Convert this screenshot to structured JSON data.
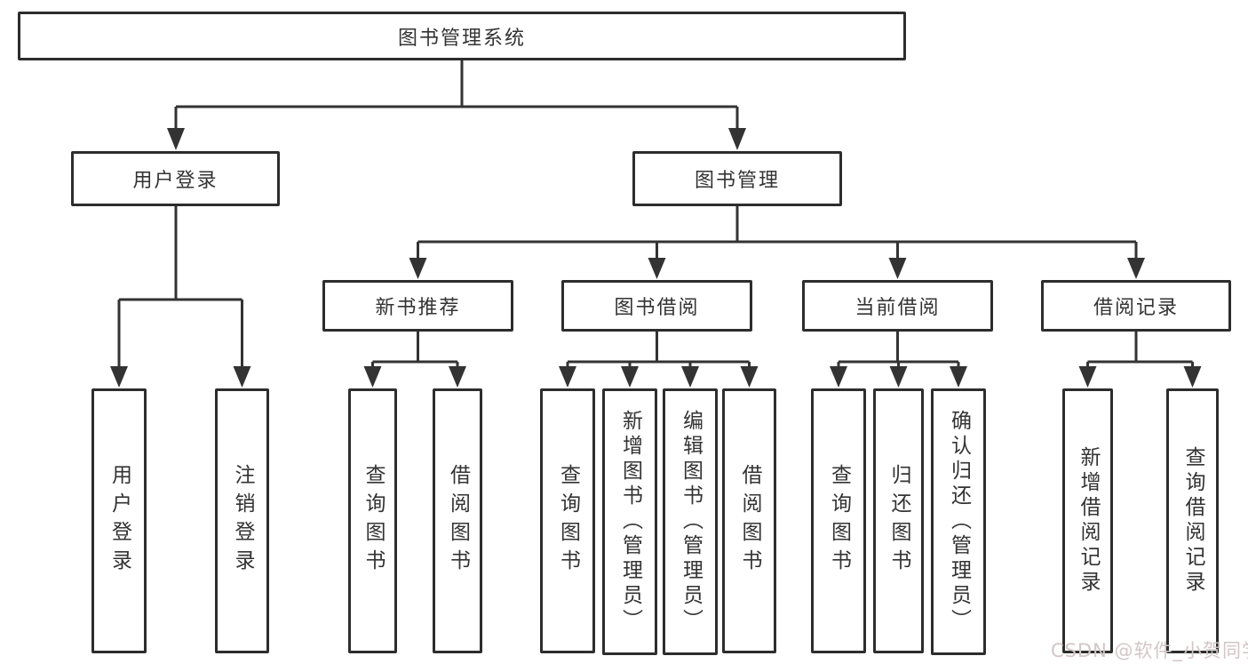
{
  "diagram": {
    "title": "图书管理系统",
    "nodes": {
      "root": "图书管理系统",
      "userLogin": "用户登录",
      "bookMgmt": "图书管理",
      "newBookRec": "新书推荐",
      "bookBorrow": "图书借阅",
      "currentBorrow": "当前借阅",
      "borrowRecord": "借阅记录",
      "leafUserLogin": "用户登录",
      "leafLogout": "注销登录",
      "leafQueryBookRec": "查询图书",
      "leafBorrowBookRec": "借阅图书",
      "leafQueryBookBorrow": "查询图书",
      "leafAddBookAdmin": "新增图书（管理员）",
      "leafEditBookAdmin": "编辑图书（管理员）",
      "leafBorrowBook": "借阅图书",
      "leafQueryBookCurrent": "查询图书",
      "leafReturnBook": "归还图书",
      "leafConfirmReturnAdmin": "确认归还（管理员）",
      "leafAddBorrowRecord": "新增借阅记录",
      "leafQueryBorrowRecord": "查询借阅记录"
    },
    "structure": {
      "图书管理系统": {
        "用户登录": [
          "用户登录",
          "注销登录"
        ],
        "图书管理": {
          "新书推荐": [
            "查询图书",
            "借阅图书"
          ],
          "图书借阅": [
            "查询图书",
            "新增图书（管理员）",
            "编辑图书（管理员）",
            "借阅图书"
          ],
          "当前借阅": [
            "查询图书",
            "归还图书",
            "确认归还（管理员）"
          ],
          "借阅记录": [
            "新增借阅记录",
            "查询借阅记录"
          ]
        }
      }
    },
    "colors": {
      "line": "#333333",
      "box_border": "#2d2d2d",
      "text": "#333333",
      "background": "#ffffff"
    }
  },
  "watermark": {
    "text": "CSDN @软件_小贺同学",
    "color": "#d2c6c6"
  }
}
